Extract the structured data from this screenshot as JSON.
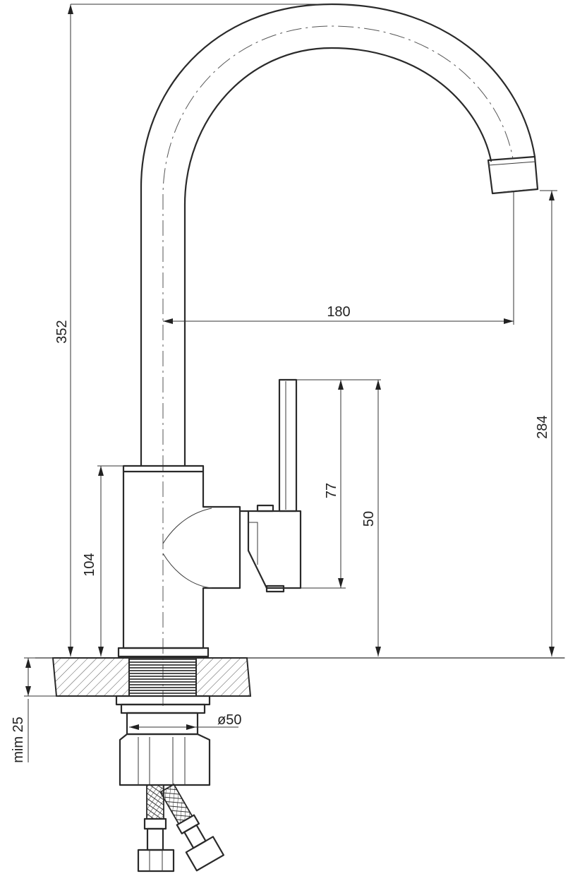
{
  "dimensions": {
    "total_height": "352",
    "spout_height": "284",
    "spout_reach": "180",
    "body_height": "104",
    "lever_length": "77",
    "lever_axis_height": "50",
    "hole_diameter": "ø50",
    "countertop_thickness": "mim 25"
  },
  "colors": {
    "line": "#2a2a2a",
    "background": "#ffffff"
  }
}
